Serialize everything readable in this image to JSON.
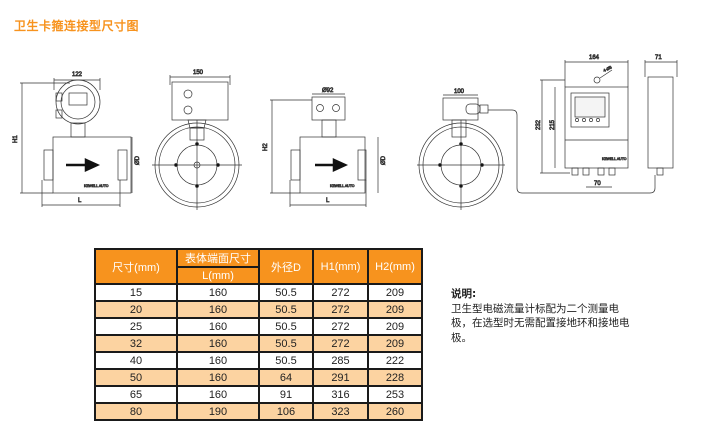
{
  "title": "卫生卡箍连接型尺寸图",
  "drawings": {
    "d1": {
      "width": "122",
      "height": "H1",
      "length": "L",
      "diameter": "ØD",
      "brand": "KEWELL AUTO"
    },
    "d2": {
      "width": "150"
    },
    "d3": {
      "width": "Ø92",
      "height": "H2",
      "length": "L",
      "diameter": "ØD",
      "brand": "KEWELL AUTO"
    },
    "d4": {
      "width": "100"
    },
    "d5": {
      "width": "164",
      "depth": "71",
      "height_total": "232",
      "height_inner": "215",
      "spacing": "70",
      "hole": "4-Ø8",
      "brand": "KEWELL AUTO"
    }
  },
  "table": {
    "headers": {
      "size": "尺寸(mm)",
      "body_face_top": "表体端面尺寸",
      "body_face_bottom": "L(mm)",
      "od": "外径D",
      "h1": "H1(mm)",
      "h2": "H2(mm)"
    },
    "rows": [
      [
        "15",
        "160",
        "50.5",
        "272",
        "209"
      ],
      [
        "20",
        "160",
        "50.5",
        "272",
        "209"
      ],
      [
        "25",
        "160",
        "50.5",
        "272",
        "209"
      ],
      [
        "32",
        "160",
        "50.5",
        "272",
        "209"
      ],
      [
        "40",
        "160",
        "50.5",
        "285",
        "222"
      ],
      [
        "50",
        "160",
        "64",
        "291",
        "228"
      ],
      [
        "65",
        "160",
        "91",
        "316",
        "253"
      ],
      [
        "80",
        "190",
        "106",
        "323",
        "260"
      ]
    ]
  },
  "notes": {
    "heading": "说明:",
    "body": "卫生型电磁流量计标配为二个测量电极，在选型时无需配置接地环和接地电极。"
  },
  "colors": {
    "accent": "#f7931e",
    "row_alt": "#fcd3a1"
  }
}
